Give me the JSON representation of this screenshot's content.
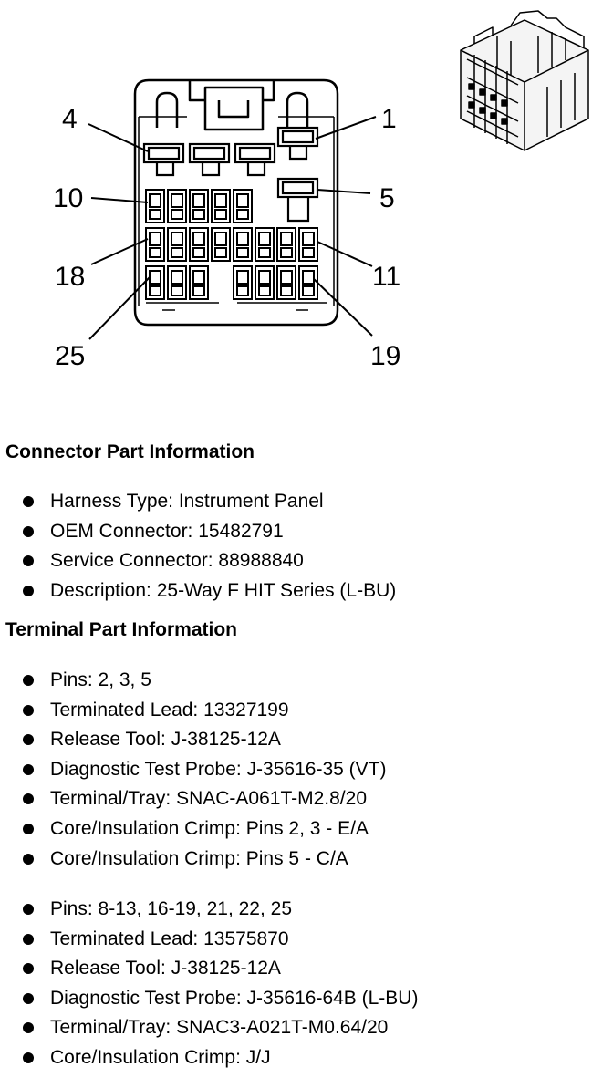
{
  "diagram": {
    "pin_labels": {
      "p1": "1",
      "p4": "4",
      "p5": "5",
      "p10": "10",
      "p11": "11",
      "p18": "18",
      "p19": "19",
      "p25": "25"
    }
  },
  "connector_info": {
    "title": "Connector Part Information",
    "items": [
      "Harness Type: Instrument Panel",
      "OEM Connector: 15482791",
      "Service Connector: 88988840",
      "Description: 25-Way F HIT Series (L-BU)"
    ]
  },
  "terminal_info": {
    "title": "Terminal Part Information",
    "group1": [
      "Pins: 2, 3, 5",
      "Terminated Lead: 13327199",
      "Release Tool: J-38125-12A",
      "Diagnostic Test Probe: J-35616-35 (VT)",
      "Terminal/Tray: SNAC-A061T-M2.8/20",
      "Core/Insulation Crimp: Pins 2, 3 - E/A",
      "Core/Insulation Crimp: Pins 5 - C/A"
    ],
    "group2": [
      "Pins: 8-13, 16-19, 21, 22, 25",
      "Terminated Lead: 13575870",
      "Release Tool: J-38125-12A",
      "Diagnostic Test Probe: J-35616-64B (L-BU)",
      "Terminal/Tray: SNAC3-A021T-M0.64/20",
      "Core/Insulation Crimp: J/J"
    ]
  },
  "colors": {
    "ink": "#000000",
    "background": "#ffffff"
  }
}
